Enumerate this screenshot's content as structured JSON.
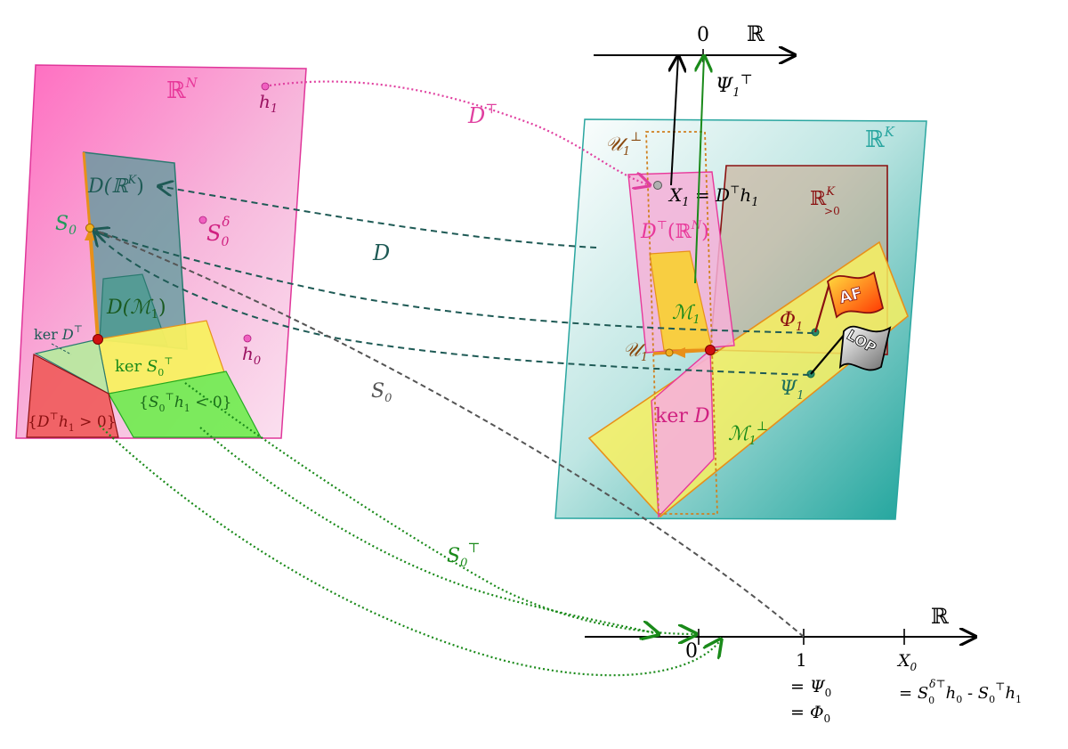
{
  "colors": {
    "rn_space": "#f06ab8",
    "rk_space": "#2aa6a0",
    "pink_text": "#e8389a",
    "teal_text": "#1f5f5a",
    "green_text": "#1f9a1f",
    "orange": "#e8901a",
    "dark_red": "#8a1010",
    "yellow_fill": "#f8f060",
    "arrow_green": "#1a8a1a",
    "arrow_teal": "#1e5a55",
    "arrow_pink": "#e040a0",
    "arrow_gray": "#555555"
  },
  "left_space": {
    "label_base": "ℝ",
    "label_sup": "N",
    "h1": {
      "base": "h",
      "sub": "1"
    },
    "h0": {
      "base": "h",
      "sub": "0"
    },
    "s0_delta": {
      "base": "S",
      "sub": "0",
      "sup": "δ"
    },
    "s0_point": {
      "base": "S",
      "sub": "0"
    },
    "range_d": {
      "pre": "D(ℝ",
      "sup": "K",
      "post": ")"
    },
    "d_m1": {
      "pre": "D(",
      "mid": "ℳ",
      "sub": "1",
      "post": ")"
    },
    "ker_dt": {
      "pre": "ker ",
      "mid": "D",
      "sup": "⊤"
    },
    "ker_s0t": {
      "pre": "ker ",
      "mid": "S",
      "sub": "0",
      "sup": "⊤"
    },
    "region_s0t": {
      "pre": "{",
      "mid": "S",
      "sub": "0",
      "sup": "⊤",
      "mid2": "h",
      "sub2": "1",
      "post": " < 0}"
    },
    "region_dt": {
      "pre": "{",
      "mid": "D",
      "sup": "⊤",
      "mid2": "h",
      "sub2": "1",
      "post": " > 0}"
    }
  },
  "right_space": {
    "label_base": "ℝ",
    "label_sup": "K",
    "u1_perp": {
      "base": "𝒰",
      "sub": "1",
      "sup": "⊥"
    },
    "x1": {
      "base": "X",
      "sub": "1",
      "eq": " = ",
      "d": "D",
      "sup": "⊤",
      "h": "h",
      "hsub": "1"
    },
    "orthant": {
      "base": "ℝ",
      "sup": "K",
      "sub": ">0"
    },
    "dt_range": {
      "pre": "D",
      "sup": "⊤",
      "mid": "(ℝ",
      "sup2": "N",
      "post": ")"
    },
    "m1": {
      "base": "ℳ",
      "sub": "1"
    },
    "phi1": {
      "base": "Φ",
      "sub": "1"
    },
    "u1": {
      "base": "𝒰",
      "sub": "1"
    },
    "psi1": {
      "base": "Ψ",
      "sub": "1"
    },
    "ker_d": {
      "pre": "ker ",
      "mid": "D"
    },
    "m1_perp": {
      "base": "ℳ",
      "sub": "1",
      "sup": "⊥"
    },
    "flag_af": "AF",
    "flag_lop": "LOP"
  },
  "top_axis": {
    "label": "ℝ",
    "zero": "0",
    "psi1t": {
      "base": "Ψ",
      "sub": "1",
      "sup": "⊤"
    }
  },
  "bottom_axis": {
    "label": "ℝ",
    "zero": "0",
    "one": "1",
    "psi0": {
      "eq": "= ",
      "base": "Ψ",
      "sub": "0"
    },
    "phi0": {
      "eq": "= ",
      "base": "Φ",
      "sub": "0"
    },
    "x0": {
      "base": "X",
      "sub": "0"
    },
    "x0_def": {
      "eq": "= ",
      "a": "S",
      "asub": "0",
      "asup": "δ⊤",
      "b": "h",
      "bsub": "0",
      "minus": " - ",
      "c": "S",
      "csub": "0",
      "csup": "⊤",
      "d": "h",
      "dsub": "1"
    }
  },
  "maps": {
    "dt": {
      "base": "D",
      "sup": "⊤"
    },
    "d": "D",
    "s0": {
      "base": "S",
      "sub": "0"
    },
    "s0t": {
      "base": "S",
      "sub": "0",
      "sup": "⊤"
    }
  }
}
